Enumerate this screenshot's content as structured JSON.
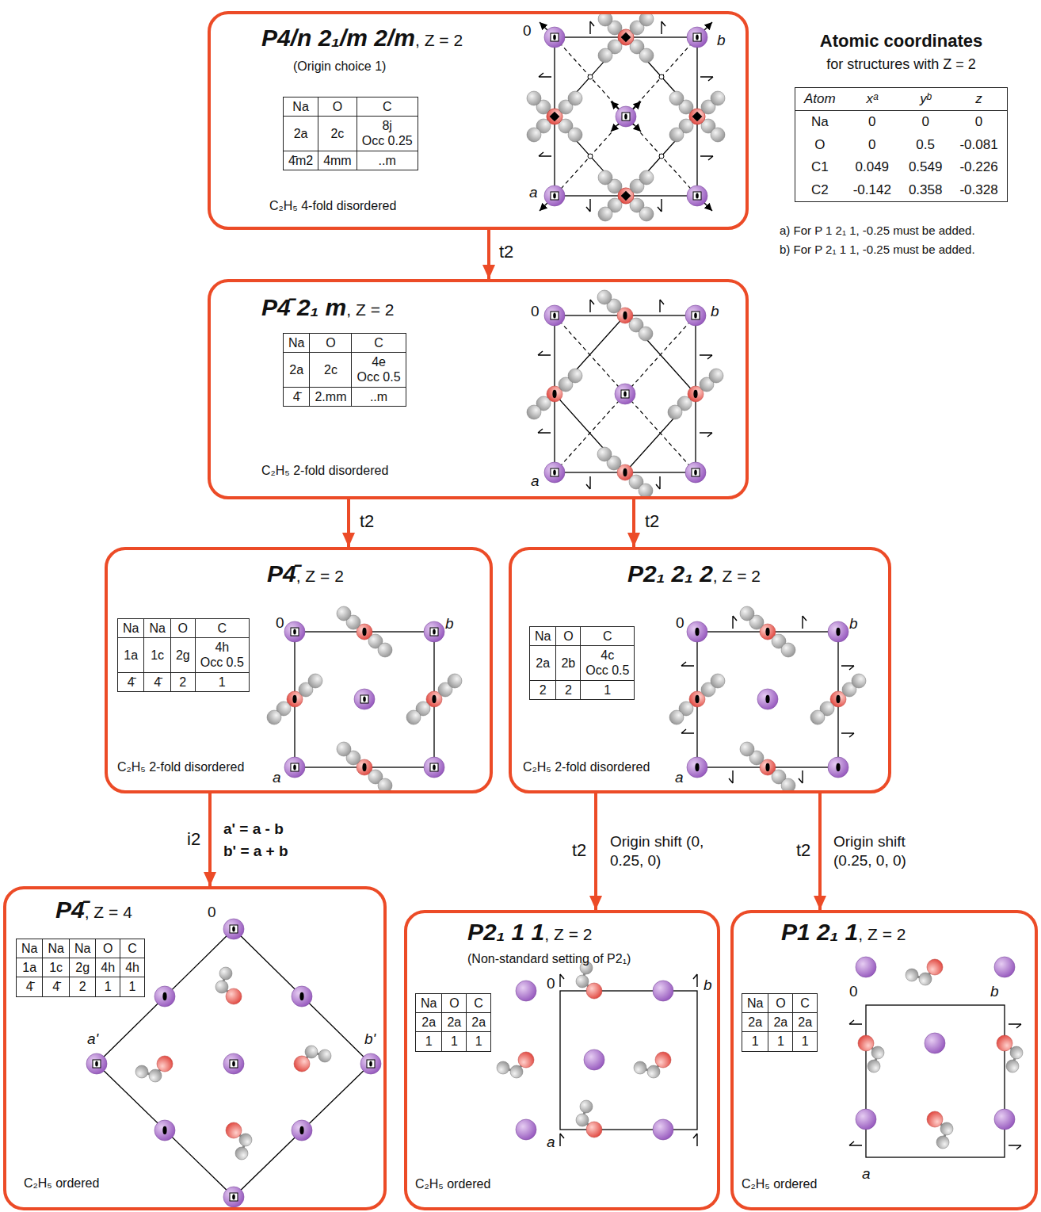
{
  "diagram": {
    "nodes": [
      {
        "text": [
          "P4/n 2₁/m 2/m",
          ", Z = 2",
          "(Origin choice 1)",
          "Na",
          "O",
          "C",
          "2a",
          "2c",
          "8j",
          "Occ 0.25",
          "4̄m2",
          "4mm",
          "..m",
          "C₂H₅ 4-fold disordered",
          "0",
          "b",
          "a"
        ]
      },
      {
        "text": [
          "P4̄ 2₁ m",
          ", Z = 2",
          "Na",
          "O",
          "C",
          "2a",
          "2c",
          "4e",
          "Occ 0.5",
          "4̄",
          "2.mm",
          "..m",
          "C₂H₅ 2-fold disordered",
          "0",
          "b",
          "a"
        ]
      },
      {
        "text": [
          "P4̄",
          ", Z = 2",
          "Na",
          "Na",
          "O",
          "C",
          "1a",
          "1c",
          "2g",
          "4h",
          "Occ 0.5",
          "4̄",
          "4̄",
          "2",
          "1",
          "C₂H₅ 2-fold disordered",
          "0",
          "b",
          "a"
        ]
      },
      {
        "text": [
          "P2₁ 2₁ 2",
          ", Z = 2",
          "Na",
          "O",
          "C",
          "2a",
          "2b",
          "4c",
          "Occ 0.5",
          "2",
          "2",
          "1",
          "C₂H₅ 2-fold disordered",
          "0",
          "b",
          "a"
        ]
      },
      {
        "text": [
          "P4̄",
          ", Z = 4",
          "Na",
          "Na",
          "Na",
          "O",
          "C",
          "1a",
          "1c",
          "2g",
          "4h",
          "4h",
          "4̄",
          "4̄",
          "2",
          "1",
          "1",
          "C₂H₅ ordered",
          "0",
          "a'",
          "b'"
        ]
      },
      {
        "text": [
          "P2₁ 1 1",
          ", Z = 2",
          "(Non-standard setting of P2₁)",
          "Na",
          "O",
          "C",
          "2a",
          "2a",
          "2a",
          "1",
          "1",
          "1",
          "C₂H₅ ordered",
          "0",
          "b",
          "a"
        ]
      },
      {
        "text": [
          "P1 2₁ 1",
          ", Z = 2",
          "Na",
          "O",
          "C",
          "2a",
          "2a",
          "2a",
          "1",
          "1",
          "1",
          "C₂H₅ ordered",
          "0",
          "b",
          "a"
        ]
      }
    ],
    "edges": [
      {
        "from": 0,
        "to": 1,
        "label": "t2",
        "arrow": "to"
      },
      {
        "from": 1,
        "to": 2,
        "label": "t2",
        "arrow": "to"
      },
      {
        "from": 1,
        "to": 3,
        "label": "t2",
        "arrow": "to"
      },
      {
        "from": 2,
        "to": 4,
        "label": "i2",
        "arrow": "to"
      },
      {
        "from": 3,
        "to": 5,
        "label": "t2",
        "arrow": "to"
      },
      {
        "from": 3,
        "to": 6,
        "label": "t2",
        "arrow": "to"
      }
    ],
    "labels": [
      "Atomic coordinates",
      "for structures with Z = 2",
      "Atom",
      "xᵃ",
      "yᵇ",
      "z",
      "Na",
      "0",
      "0",
      "0",
      "O",
      "0",
      "0.5",
      "-0.081",
      "C1",
      "0.049",
      "0.549",
      "-0.226",
      "C2",
      "-0.142",
      "0.358",
      "-0.328",
      "a) For P 1 2₁ 1, -0.25 must be added.",
      "b) For P 2₁ 1 1, -0.25 must be added.",
      "a' = a - b",
      "b' = a + b",
      "Origin shift (0, 0.25, 0)",
      "Origin shift (0.25, 0, 0)"
    ]
  }
}
